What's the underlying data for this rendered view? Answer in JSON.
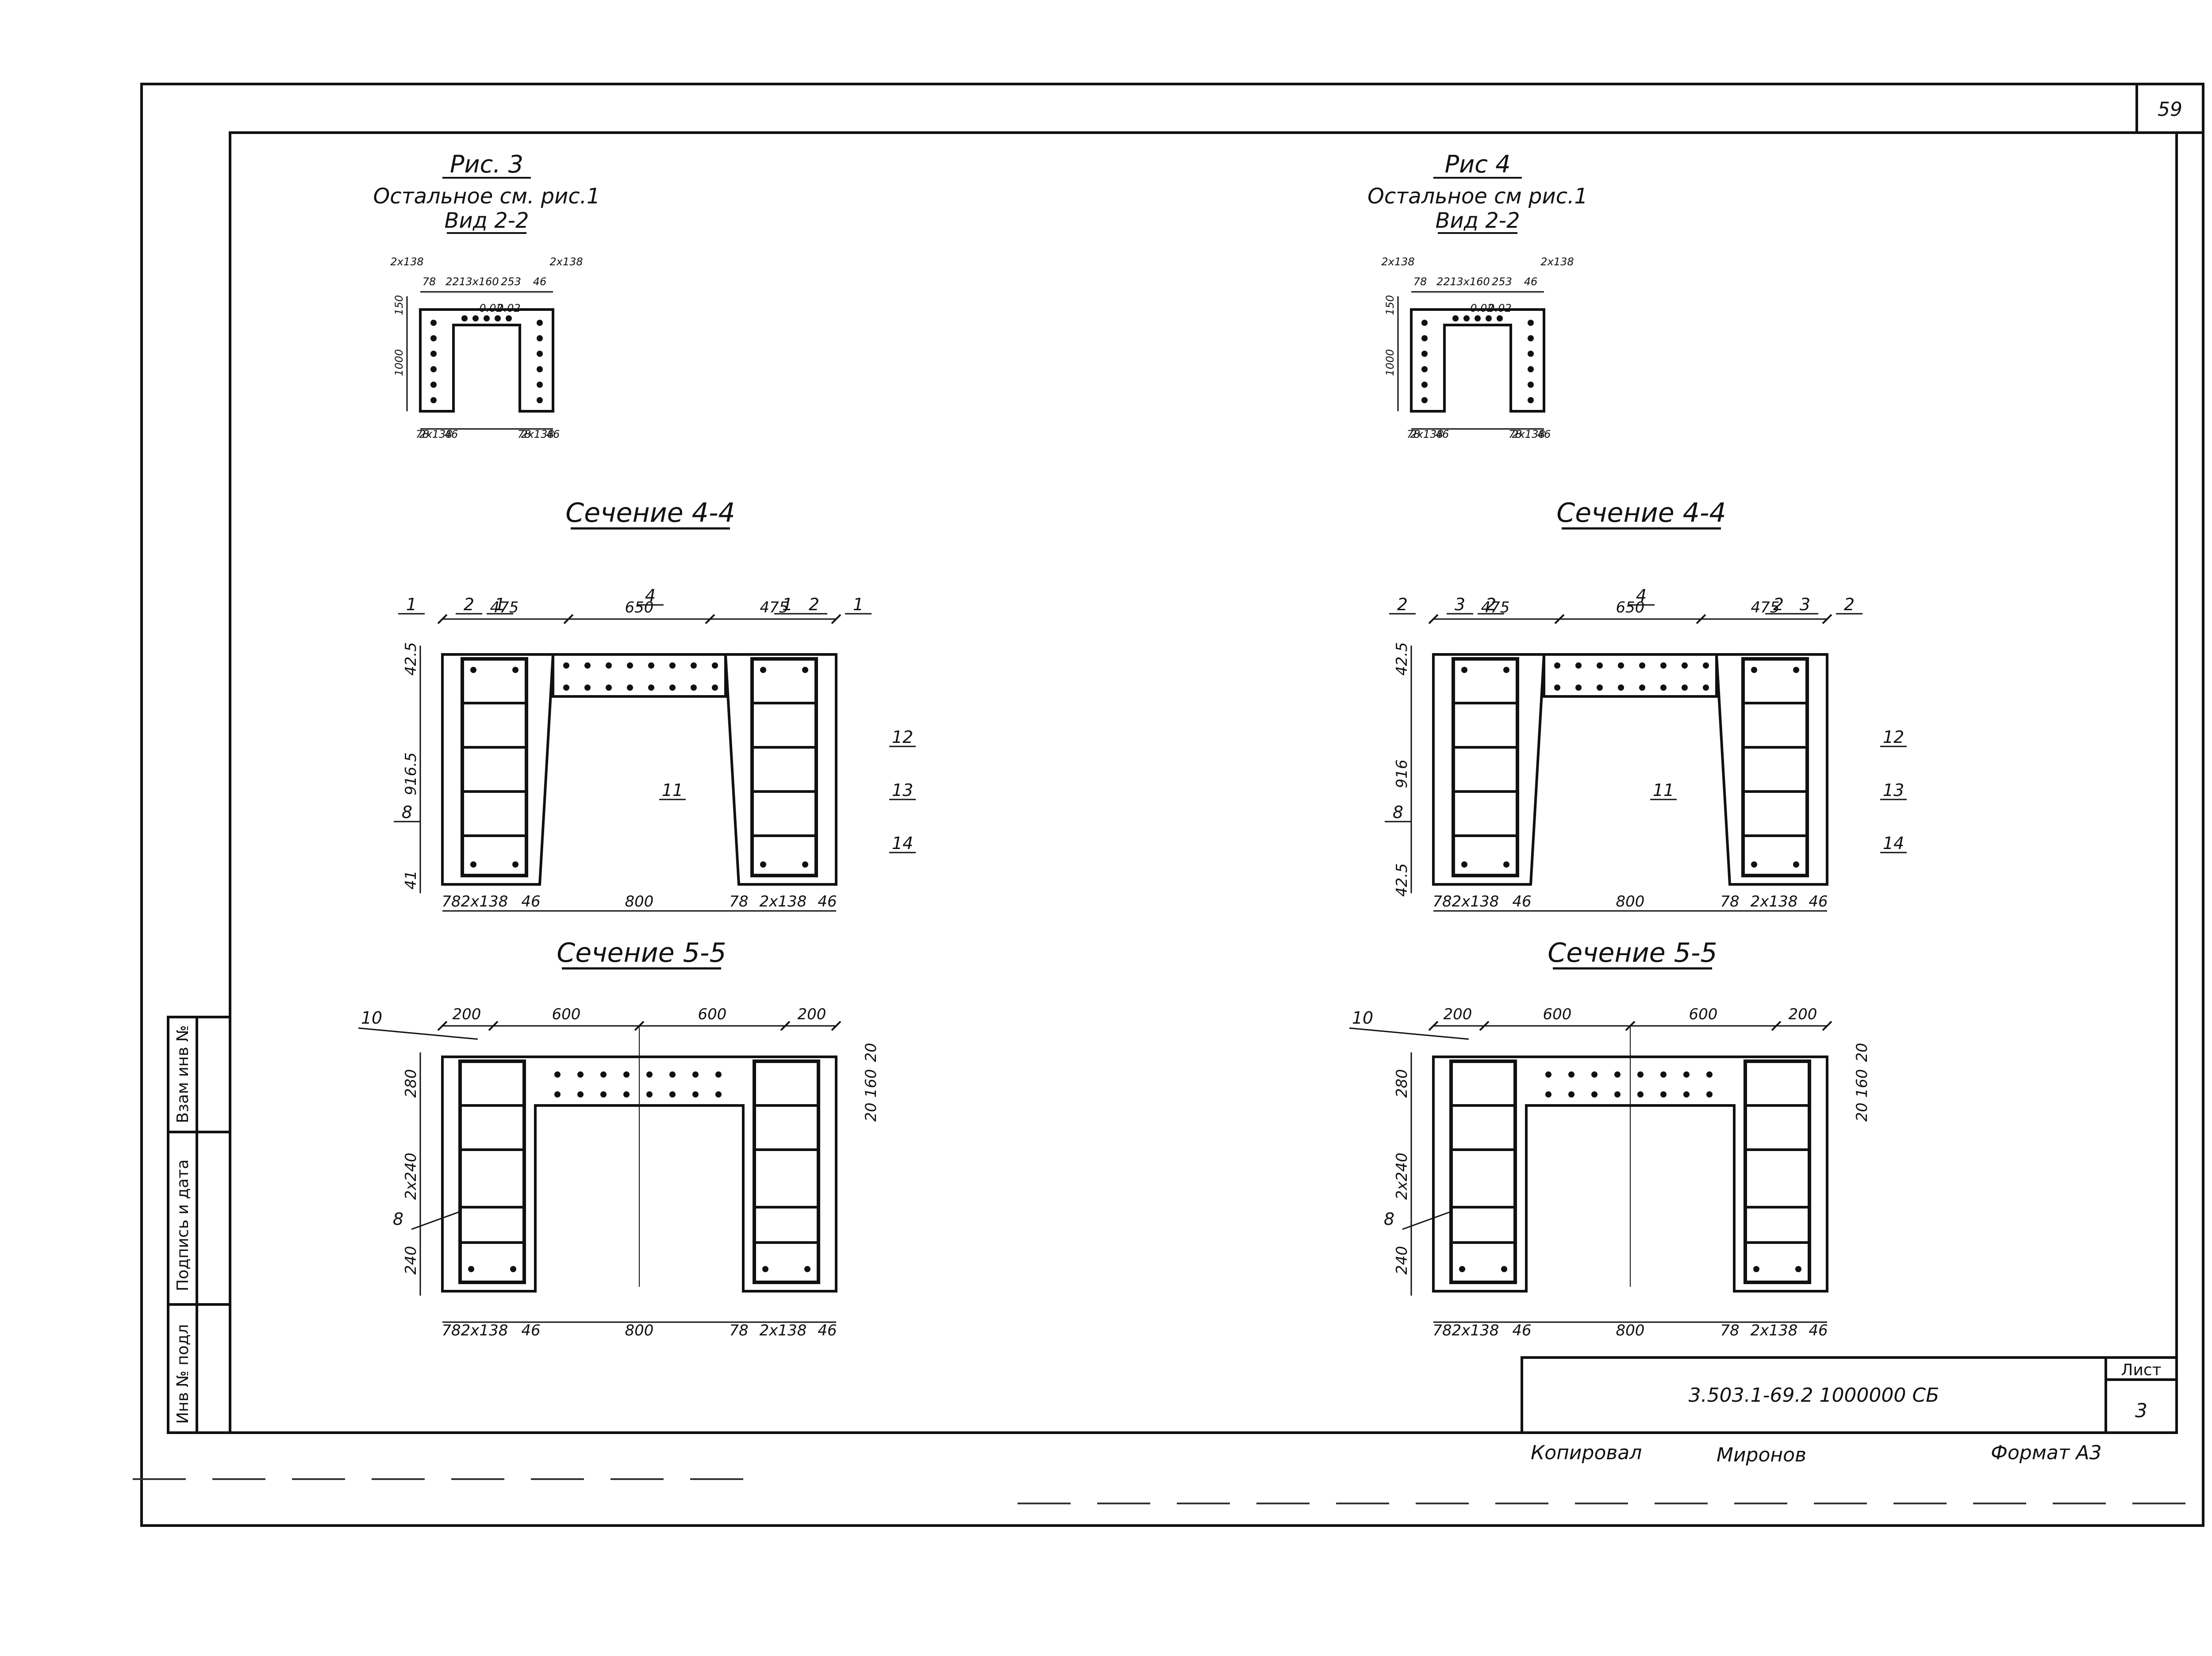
{
  "sheet": {
    "page_number": "59",
    "document_code": "3.503.1-69.2 1000000 СБ",
    "sheet_label": "Лист",
    "sheet_number": "3",
    "copied_label": "Копировал",
    "format_label": "Формат А3",
    "side_stamp": [
      "Инв № подл",
      "Подпись и дата",
      "Взам инв №"
    ]
  },
  "left": {
    "fig_title": "Рис. 3",
    "fig_note": "Остальное см. рис.1",
    "view_title": "Вид 2-2",
    "section_44_title": "Сечение 4-4",
    "section_55_title": "Сечение 5-5",
    "fig_dims": {
      "top_left": "2x138",
      "top_right": "2x138",
      "top_row": [
        "78",
        "221",
        "3x160",
        "253",
        "46"
      ],
      "mid": [
        "0.02",
        "0.02"
      ],
      "left_h": [
        "150",
        "1000"
      ],
      "bottom": [
        "78",
        "2x138",
        "46",
        "78",
        "2x138",
        "46"
      ]
    },
    "s44": {
      "top": [
        "475",
        "650",
        "475"
      ],
      "left": [
        "42.5",
        "916.5",
        "41"
      ],
      "bottom": [
        "78",
        "2x138",
        "46",
        "800",
        "78",
        "2x138",
        "46"
      ],
      "callouts": [
        "1",
        "2",
        "1",
        "4",
        "1",
        "2",
        "1",
        "12",
        "11",
        "13",
        "8",
        "14"
      ]
    },
    "s55": {
      "top": [
        "200",
        "600",
        "600",
        "200"
      ],
      "left": [
        "280",
        "2x240",
        "240"
      ],
      "right": [
        "20",
        "160",
        "20"
      ],
      "bottom": [
        "78",
        "2x138",
        "46",
        "800",
        "78",
        "2x138",
        "46"
      ],
      "callouts": [
        "10",
        "8"
      ]
    }
  },
  "right": {
    "fig_title": "Рис 4",
    "fig_note": "Остальное см рис.1",
    "view_title": "Вид 2-2",
    "section_44_title": "Сечение 4-4",
    "section_55_title": "Сечение 5-5",
    "fig_dims": {
      "top_left": "2x138",
      "top_right": "2x138",
      "top_row": [
        "78",
        "221",
        "3x160",
        "253",
        "46"
      ],
      "mid": [
        "0.02",
        "0.02"
      ],
      "left_h": [
        "150",
        "1000"
      ],
      "bottom": [
        "78",
        "2x138",
        "46",
        "78",
        "2x138",
        "46"
      ]
    },
    "s44": {
      "top": [
        "475",
        "650",
        "475"
      ],
      "left": [
        "42.5",
        "916",
        "42.5"
      ],
      "bottom": [
        "78",
        "2x138",
        "46",
        "800",
        "78",
        "2x138",
        "46"
      ],
      "callouts": [
        "2",
        "3",
        "2",
        "4",
        "2",
        "3",
        "2",
        "12",
        "11",
        "13",
        "8",
        "14"
      ]
    },
    "s55": {
      "top": [
        "200",
        "600",
        "600",
        "200"
      ],
      "left": [
        "280",
        "2x240",
        "240"
      ],
      "right": [
        "20",
        "160",
        "20"
      ],
      "bottom": [
        "78",
        "2x138",
        "46",
        "800",
        "78",
        "2x138",
        "46"
      ],
      "callouts": [
        "10",
        "8"
      ]
    }
  }
}
